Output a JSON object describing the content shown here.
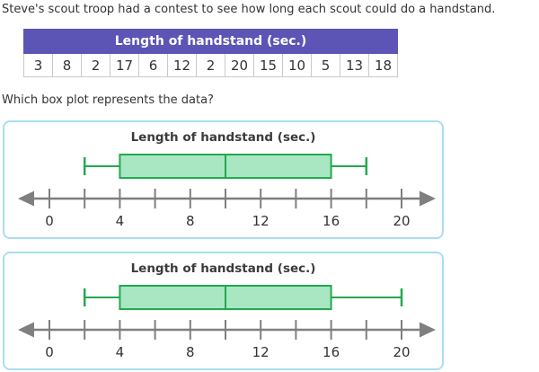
{
  "question": {
    "intro": "Steve's scout troop had a contest to see how long each scout could do a handstand.",
    "prompt": "Which box plot represents the data?"
  },
  "table": {
    "header": "Length of handstand (sec.)",
    "values": [
      "3",
      "8",
      "2",
      "17",
      "6",
      "12",
      "2",
      "20",
      "15",
      "10",
      "5",
      "13",
      "18"
    ]
  },
  "chart_data": [
    {
      "type": "boxplot",
      "title": "Length of handstand (sec.)",
      "min": 2,
      "q1": 4,
      "median": 10,
      "q3": 16,
      "max": 18,
      "axis": {
        "min": 0,
        "max": 20,
        "tick_step": 2,
        "labeled_ticks": [
          0,
          4,
          8,
          12,
          16,
          20
        ]
      }
    },
    {
      "type": "boxplot",
      "title": "Length of handstand (sec.)",
      "min": 2,
      "q1": 4,
      "median": 10,
      "q3": 16,
      "max": 20,
      "axis": {
        "min": 0,
        "max": 20,
        "tick_step": 2,
        "labeled_ticks": [
          0,
          4,
          8,
          12,
          16,
          20
        ]
      }
    }
  ],
  "colors": {
    "header_purple": "#5c55b6",
    "header_text": "#ffffff",
    "table_border": "#c9c9c9",
    "panel_border": "#a9ddf0",
    "plot_green": "#22a94f",
    "plot_green_fill": "#a9e7c3",
    "axis_gray": "#7f7f7f",
    "text": "#333333"
  }
}
